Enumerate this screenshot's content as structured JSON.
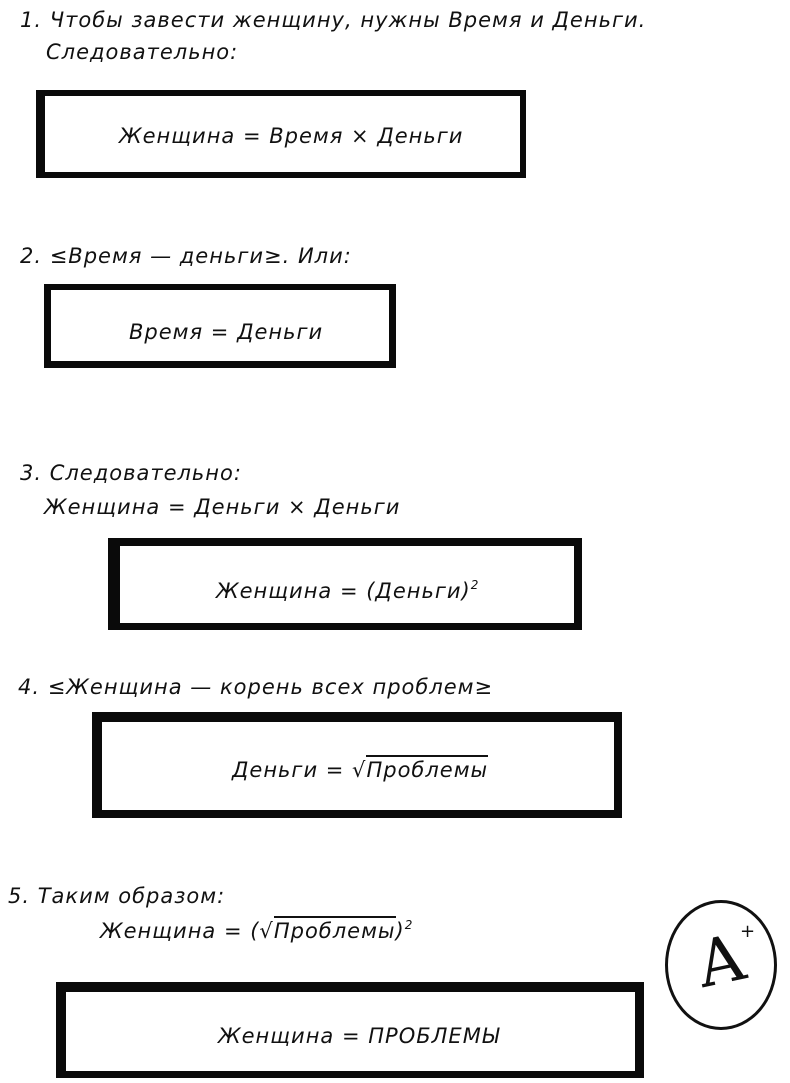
{
  "steps": [
    {
      "line1": "1. Чтобы завести женщину, нужны Время и Деньги.",
      "line2": "Следовательно:",
      "formula": "Женщина = Время × Деньги"
    },
    {
      "line1": "2. ≤Время — деньги≥. Или:",
      "formula": "Время = Деньги"
    },
    {
      "line1": "3. Следовательно:",
      "line2": "Женщина = Деньги × Деньги",
      "formula_left": "Женщина = (Деньги)",
      "formula_sup": "2"
    },
    {
      "line1": "4. ≤Женщина — корень всех проблем≥",
      "formula_left": "Деньги = √",
      "formula_radicand": "Проблемы"
    },
    {
      "line1": "5. Таким образом:",
      "line2_left": "Женщина = (√",
      "line2_radicand": "Проблемы",
      "line2_right": ")",
      "line2_sup": "2",
      "formula": "Женщина = ПРОБЛЕМЫ"
    }
  ],
  "grade": {
    "letter": "A",
    "mark": "+"
  }
}
